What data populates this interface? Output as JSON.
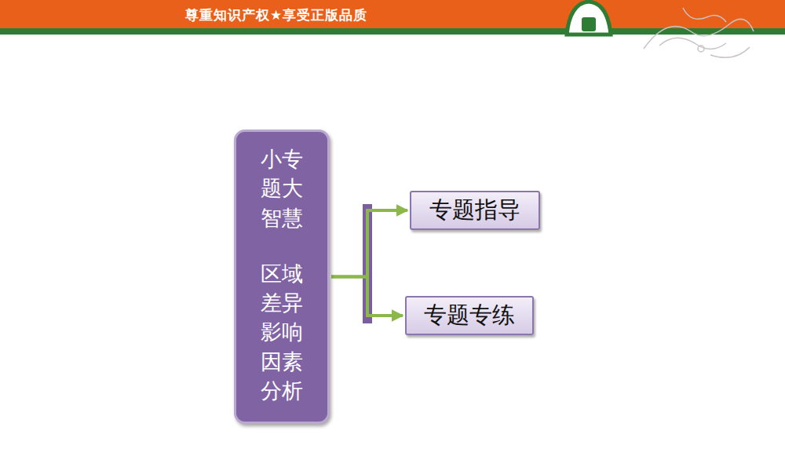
{
  "diagram": {
    "nodes": [
      {
        "text": [
          "小专题大智慧",
          "区域差异影响因素分析"
        ]
      },
      {
        "text": [
          "专题指导"
        ]
      },
      {
        "text": [
          "专题专练"
        ]
      }
    ],
    "edges": [
      {
        "from": 0,
        "to": 1,
        "arrow": "to"
      },
      {
        "from": 0,
        "to": 2,
        "arrow": "to"
      }
    ],
    "labels": [
      "尊重知识产权★享受正版品质"
    ]
  }
}
